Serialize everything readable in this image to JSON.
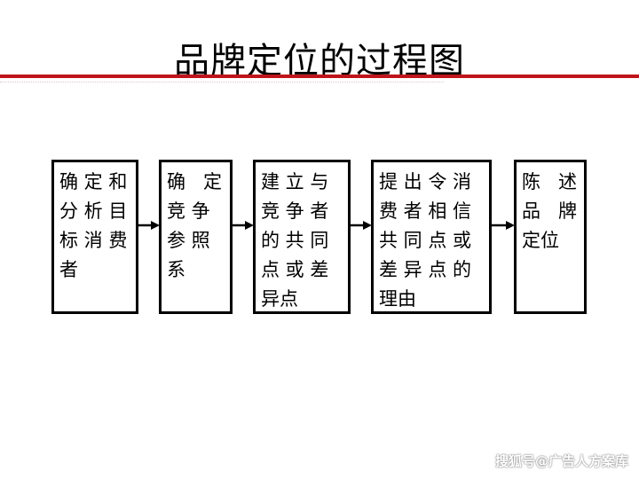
{
  "title": "品牌定位的过程图",
  "colors": {
    "rule": "#c0141b",
    "box_border": "#000000"
  },
  "steps": [
    {
      "text": "确 定 和\n分 析 目\n标 消 费\n者"
    },
    {
      "text": "确   定\n竞 争\n参 照\n系"
    },
    {
      "text": "建 立 与\n竞 争 者\n的 共 同\n点 或 差\n异点"
    },
    {
      "text": "提 出 令 消\n费 者 相 信\n共 同 点 或\n差 异 点 的\n理由"
    },
    {
      "text": "陈   述\n品   牌\n定位"
    }
  ],
  "watermark": "搜狐号@广告人方案库"
}
